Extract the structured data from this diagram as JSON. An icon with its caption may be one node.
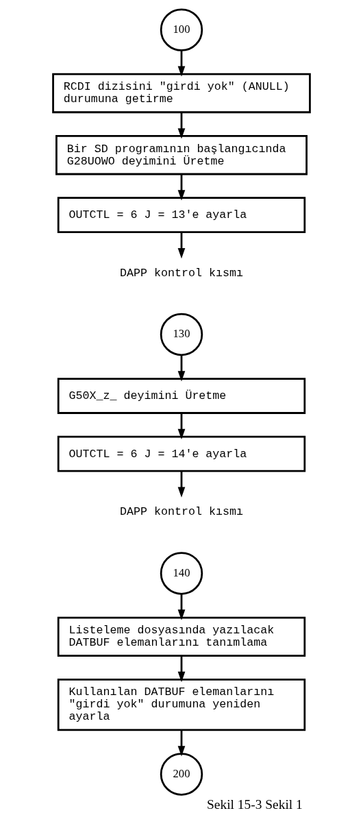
{
  "diagram": {
    "caption": "Sekil 15-3 Sekil 1",
    "nodes": [
      {
        "text": [
          "100"
        ]
      },
      {
        "text": [
          "RCDI dizisini \"girdi yok\" (ANULL) durumuna getirme"
        ]
      },
      {
        "text": [
          "Bir SD programının başlangıcında G28UOWO deyimini Üretme"
        ]
      },
      {
        "text": [
          "OUTCTL = 6 J = 13'e ayarla"
        ]
      },
      {
        "text": [
          "DAPP kontrol kısmı"
        ]
      },
      {
        "text": [
          "130"
        ]
      },
      {
        "text": [
          "G50X_z_ deyimini Üretme"
        ]
      },
      {
        "text": [
          "OUTCTL = 6 J = 14'e ayarla"
        ]
      },
      {
        "text": [
          "DAPP kontrol kısmı"
        ]
      },
      {
        "text": [
          "140"
        ]
      },
      {
        "text": [
          "Listeleme dosyasında yazılacak DATBUF elemanlarını tanımlama"
        ]
      },
      {
        "text": [
          "Kullanılan DATBUF elemanlarını \"girdi yok\" durumuna yeniden ayarla"
        ]
      },
      {
        "text": [
          "200"
        ]
      }
    ],
    "edges": [
      {
        "from": 0,
        "to": 1,
        "arrow": "to"
      },
      {
        "from": 1,
        "to": 2,
        "arrow": "to"
      },
      {
        "from": 2,
        "to": 3,
        "arrow": "to"
      },
      {
        "from": 3,
        "to": 4,
        "arrow": "to"
      },
      {
        "from": 5,
        "to": 6,
        "arrow": "to"
      },
      {
        "from": 6,
        "to": 7,
        "arrow": "to"
      },
      {
        "from": 7,
        "to": 8,
        "arrow": "to"
      },
      {
        "from": 9,
        "to": 10,
        "arrow": "to"
      },
      {
        "from": 10,
        "to": 11,
        "arrow": "to"
      },
      {
        "from": 11,
        "to": 12,
        "arrow": "to"
      }
    ]
  }
}
